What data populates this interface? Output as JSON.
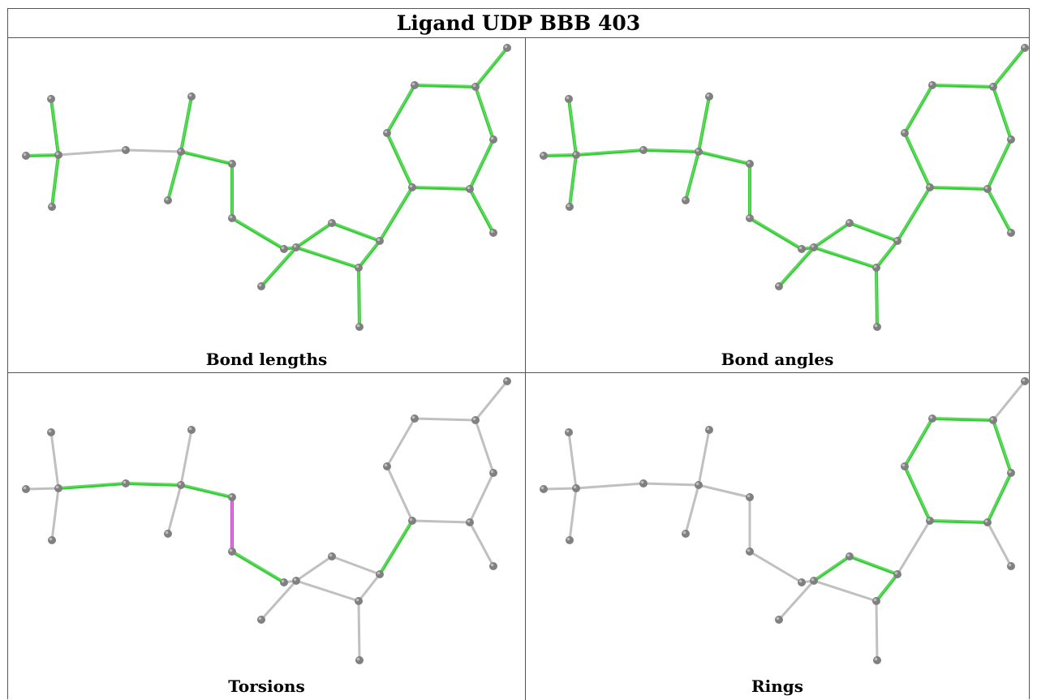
{
  "title": "Ligand UDP BBB 403",
  "panels": [
    {
      "caption": "Bond lengths"
    },
    {
      "caption": "Bond angles"
    },
    {
      "caption": "Torsions"
    },
    {
      "caption": "Rings"
    }
  ],
  "colors": {
    "atom": "#808080",
    "bond_default": "#c0c0c0",
    "bond_ok": "#33cc33",
    "bond_outlier": "#cc44cc"
  }
}
